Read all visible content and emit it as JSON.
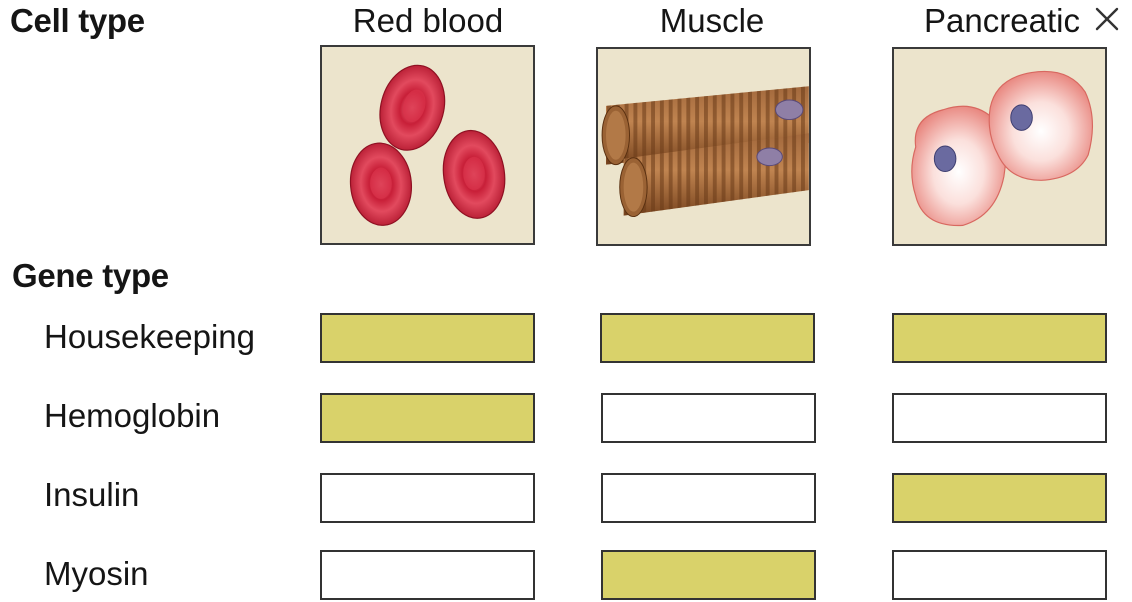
{
  "headings": {
    "cell_type": "Cell type",
    "gene_type": "Gene type"
  },
  "cells": [
    {
      "id": "red-blood",
      "label": "Red blood"
    },
    {
      "id": "muscle",
      "label": "Muscle"
    },
    {
      "id": "pancreatic",
      "label": "Pancreatic"
    }
  ],
  "genes": [
    {
      "label": "Housekeeping",
      "expressed": [
        true,
        true,
        true
      ]
    },
    {
      "label": "Hemoglobin",
      "expressed": [
        true,
        false,
        false
      ]
    },
    {
      "label": "Insulin",
      "expressed": [
        false,
        false,
        true
      ]
    },
    {
      "label": "Myosin",
      "expressed": [
        false,
        true,
        false
      ]
    }
  ],
  "colors": {
    "expressed": "#d9d26a",
    "not_expressed": "#ffffff",
    "panel_background": "#ece4cc"
  },
  "icons": {
    "close": "close-icon"
  }
}
